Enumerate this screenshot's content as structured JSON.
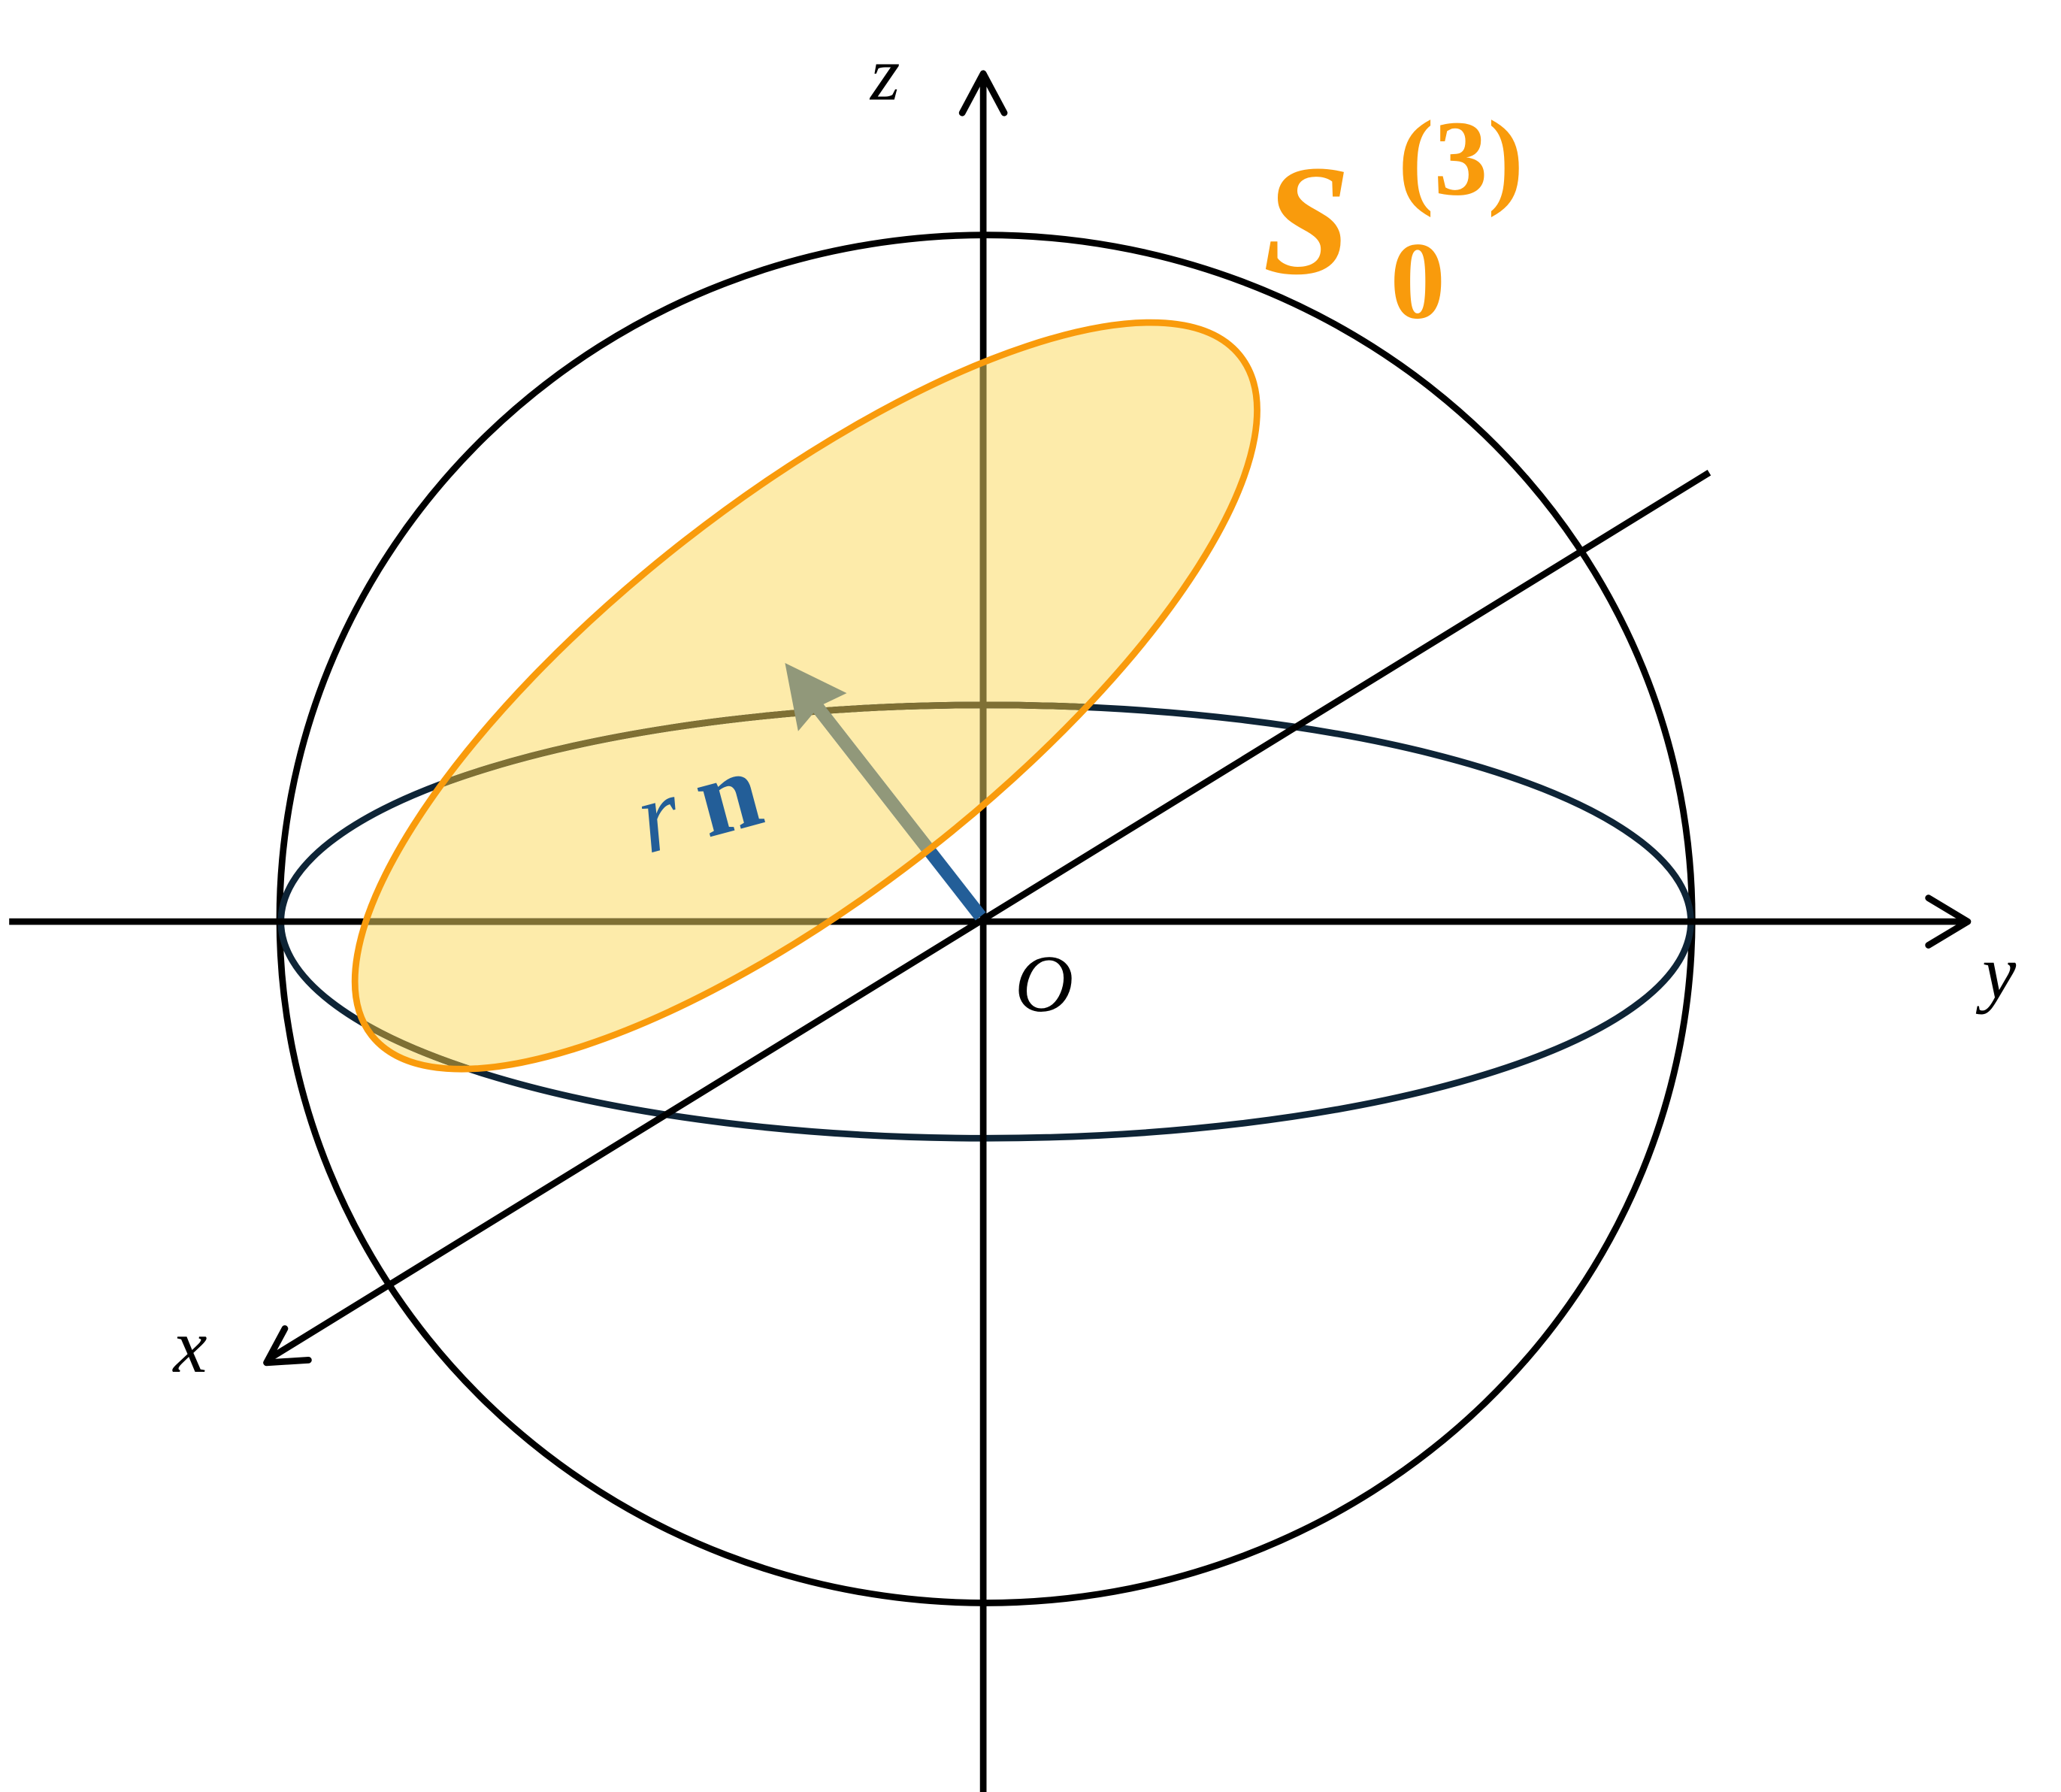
{
  "figure": {
    "type": "3d-sphere-diagram",
    "description": "Unit sphere with coordinate axes and a tilted great-circle disk"
  },
  "axes": {
    "x_label": "x",
    "y_label": "y",
    "z_label": "z",
    "origin_label": "O"
  },
  "vector": {
    "label_r": "r",
    "label_n": "n",
    "color": "#235E98",
    "arrow_color_behind": "#91987A"
  },
  "surface": {
    "label_main": "S",
    "label_sub": "0",
    "label_sup": "(3)",
    "stroke_color": "#F99B0C",
    "fill_color": "#FDEBAA"
  },
  "colors": {
    "axes": "#000000",
    "sphere": "#000000",
    "equator": "#0E2436",
    "overlap": "#7F7034"
  }
}
